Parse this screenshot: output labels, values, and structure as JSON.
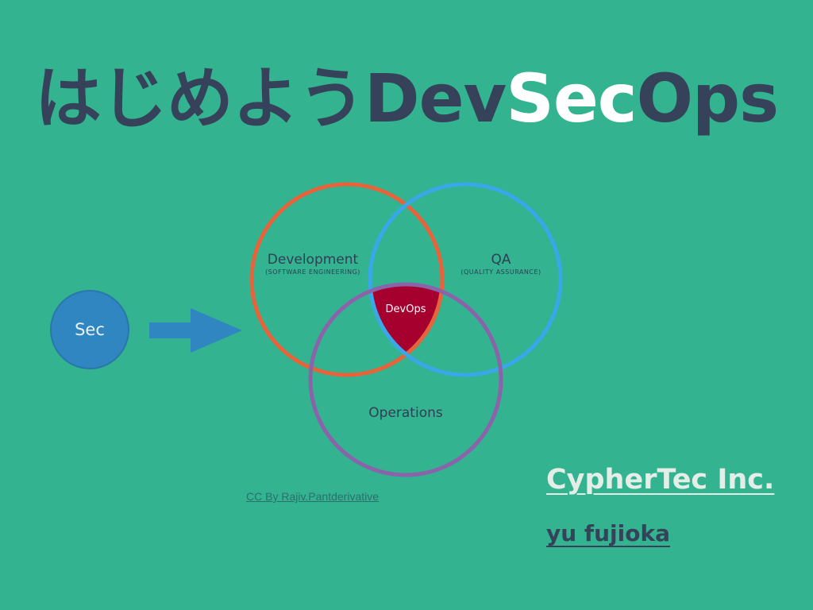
{
  "slide": {
    "title_prefix": "はじめようDev",
    "title_highlight": "Sec",
    "title_suffix": "Ops",
    "credit": "CC By Rajiv.Pantderivative",
    "company": "CypherTec Inc.",
    "author": "yu fujioka"
  },
  "diagram": {
    "sec_label": "Sec",
    "development_label": "Development",
    "development_sub": "(SOFTWARE ENGINEERING)",
    "qa_label": "QA",
    "qa_sub": "(QUALITY ASSURANCE)",
    "operations_label": "Operations",
    "center_label": "DevOps"
  },
  "colors": {
    "background": "#33b38f",
    "title": "#35425a",
    "title_highlight": "#ffffff",
    "development_ring": "#e8633a",
    "qa_ring": "#3aa7ea",
    "operations_ring": "#8a63ab",
    "devops_fill": "#a6002e",
    "sec_bubble": "#2f86c1",
    "arrow": "#2f86c1"
  }
}
